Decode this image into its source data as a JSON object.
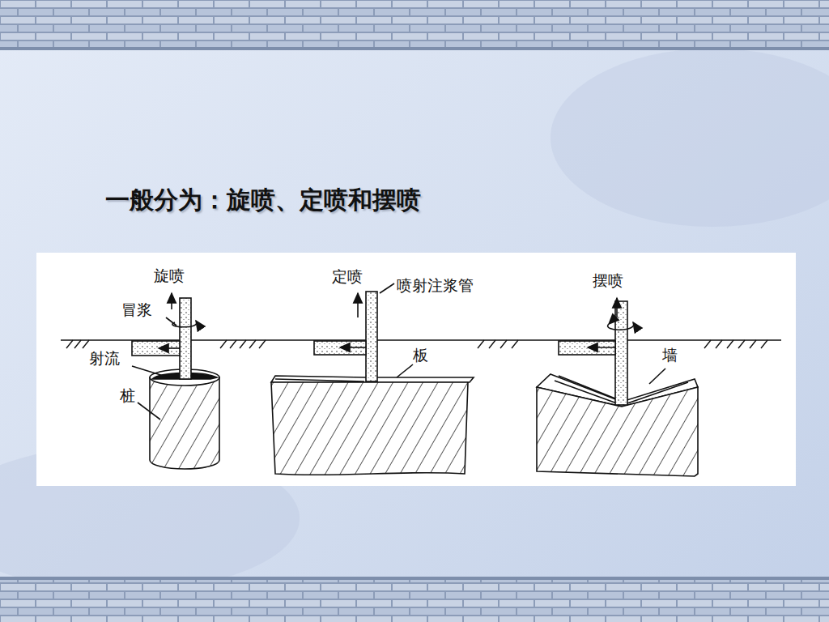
{
  "diagram": {
    "title": "一般分为：旋喷、定喷和摆喷",
    "labels": [
      "旋喷",
      "冒浆",
      "射流",
      "桩",
      "定喷",
      "喷射注浆管",
      "板",
      "摆喷",
      "墙"
    ]
  }
}
